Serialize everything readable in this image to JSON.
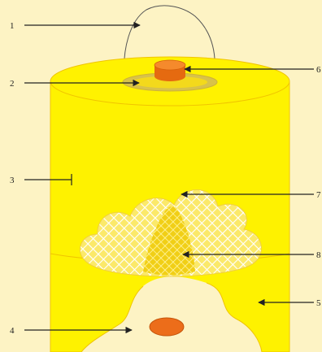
{
  "diagram": {
    "labels": [
      "1",
      "2",
      "3",
      "4",
      "6",
      "7",
      "8",
      "5"
    ],
    "colors": {
      "background": "#fdf3c4",
      "body": "#fef200",
      "body_edge": "#f0c400",
      "lid": "#fff200",
      "ring": "#d8c24a",
      "knob": "#ee7a1c",
      "mesh_fill": "#fff2a0",
      "mesh_line": "#ffffff",
      "arrow": "#222222"
    }
  }
}
